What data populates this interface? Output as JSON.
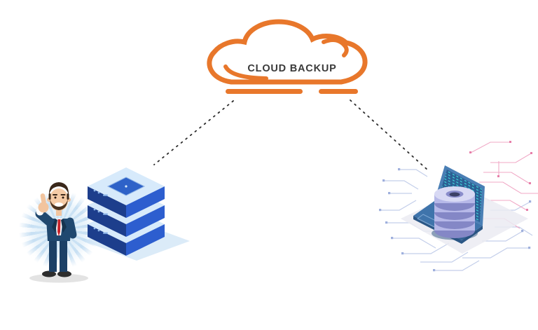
{
  "diagram": {
    "title": "CLOUD BACKUP",
    "nodes": [
      {
        "id": "cloud",
        "label": "CLOUD BACKUP",
        "icon": "cloud-outline-icon"
      },
      {
        "id": "onsite-server",
        "icon": "isometric-server-stack-icon"
      },
      {
        "id": "workstation",
        "icon": "isometric-laptop-database-icon"
      },
      {
        "id": "businessman",
        "icon": "thumbs-up-businessman-illustration"
      }
    ],
    "edges": [
      {
        "from": "onsite-server",
        "to": "cloud",
        "style": "dashed"
      },
      {
        "from": "cloud",
        "to": "workstation",
        "style": "dashed"
      }
    ]
  },
  "colors": {
    "cloud_orange": "#E8772B",
    "label_text": "#3A3A3A",
    "connector_dark": "#2D2D2D",
    "server_face_dark": "#1D3E8C",
    "server_face_bright": "#2D5ECF",
    "server_top_light": "#D7EAFB",
    "server_shadow": "#CFE4F6",
    "laptop_blue": "#3F74AB",
    "screen_blue": "#2C5F94",
    "screen_code_teal": "#3FD2D8",
    "database_lavender_light": "#D8D9F4",
    "database_lavender": "#B6B8E8",
    "database_lavender_dark": "#8487C6",
    "circuit_blue": "#BDC9E8",
    "circuit_pink": "#EFA0C0",
    "suit_navy": "#1F4569",
    "tie_red": "#C7242B",
    "skin": "#F2C49E",
    "hair_brown": "#3A281A"
  }
}
